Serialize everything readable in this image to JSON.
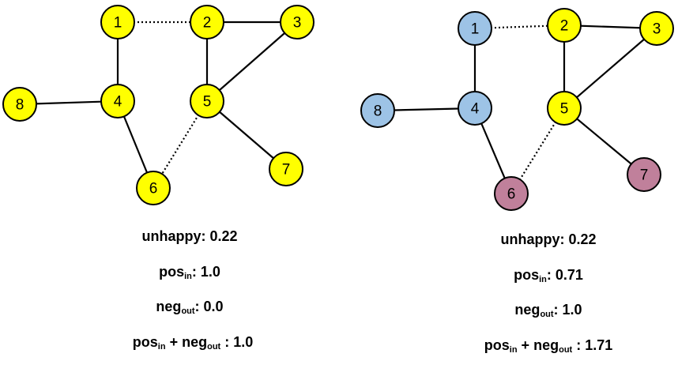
{
  "colors": {
    "yellow": "#FFFF00",
    "blue": "#9DC3E6",
    "mauve": "#C0809B",
    "edge": "#000000"
  },
  "panels": [
    {
      "node_labels": [
        "1",
        "2",
        "3",
        "4",
        "5",
        "6",
        "7",
        "8"
      ],
      "node_colors": [
        "yellow",
        "yellow",
        "yellow",
        "yellow",
        "yellow",
        "yellow",
        "yellow",
        "yellow"
      ],
      "edges": [
        {
          "from": "1",
          "to": "2",
          "style": "dotted"
        },
        {
          "from": "2",
          "to": "3",
          "style": "solid"
        },
        {
          "from": "1",
          "to": "4",
          "style": "solid"
        },
        {
          "from": "2",
          "to": "5",
          "style": "solid"
        },
        {
          "from": "3",
          "to": "5",
          "style": "solid"
        },
        {
          "from": "8",
          "to": "4",
          "style": "solid"
        },
        {
          "from": "4",
          "to": "6",
          "style": "solid"
        },
        {
          "from": "5",
          "to": "6",
          "style": "dotted"
        },
        {
          "from": "5",
          "to": "7",
          "style": "solid"
        }
      ],
      "metrics": {
        "unhappy_label": "unhappy",
        "unhappy_value": "0.22",
        "pos_label": "pos",
        "pos_sub": "in",
        "pos_value": "1.0",
        "neg_label": "neg",
        "neg_sub": "out",
        "neg_value": "0.0",
        "sum_pos_label": "pos",
        "sum_pos_sub": "in",
        "sum_plus": "+",
        "sum_neg_label": "neg",
        "sum_neg_sub": "out",
        "sum_value": "1.0"
      }
    },
    {
      "node_labels": [
        "1",
        "2",
        "3",
        "4",
        "5",
        "6",
        "7",
        "8"
      ],
      "node_colors": [
        "blue",
        "yellow",
        "yellow",
        "blue",
        "yellow",
        "mauve",
        "mauve",
        "blue"
      ],
      "edges": [
        {
          "from": "1",
          "to": "2",
          "style": "dotted"
        },
        {
          "from": "2",
          "to": "3",
          "style": "solid"
        },
        {
          "from": "1",
          "to": "4",
          "style": "solid"
        },
        {
          "from": "2",
          "to": "5",
          "style": "solid"
        },
        {
          "from": "3",
          "to": "5",
          "style": "solid"
        },
        {
          "from": "8",
          "to": "4",
          "style": "solid"
        },
        {
          "from": "4",
          "to": "6",
          "style": "solid"
        },
        {
          "from": "5",
          "to": "6",
          "style": "dotted"
        },
        {
          "from": "5",
          "to": "7",
          "style": "solid"
        }
      ],
      "metrics": {
        "unhappy_label": "unhappy",
        "unhappy_value": "0.22",
        "pos_label": "pos",
        "pos_sub": "in",
        "pos_value": "0.71",
        "neg_label": "neg",
        "neg_sub": "out",
        "neg_value": "1.0",
        "sum_pos_label": "pos",
        "sum_pos_sub": "in",
        "sum_plus": "+",
        "sum_neg_label": "neg",
        "sum_neg_sub": "out",
        "sum_value": "1.71"
      }
    }
  ]
}
